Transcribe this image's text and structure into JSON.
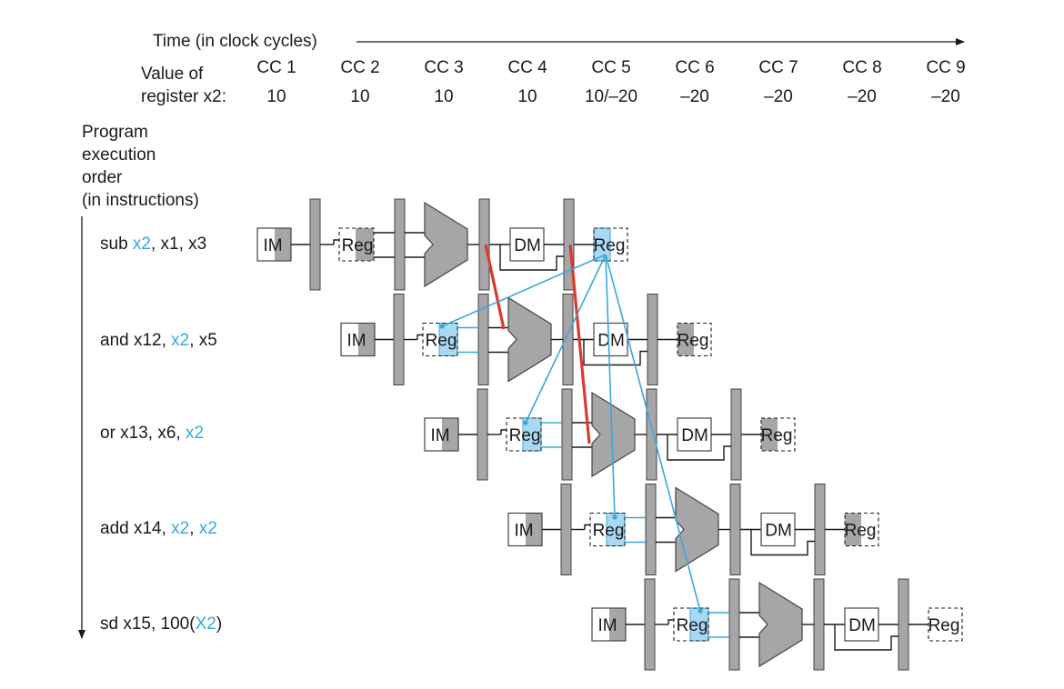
{
  "header": {
    "time_label": "Time (in clock cycles)",
    "value_label_1": "Value of",
    "value_label_2": "register x2:",
    "cycles": [
      {
        "cc": "CC 1",
        "value": "10"
      },
      {
        "cc": "CC 2",
        "value": "10"
      },
      {
        "cc": "CC 3",
        "value": "10"
      },
      {
        "cc": "CC 4",
        "value": "10"
      },
      {
        "cc": "CC 5",
        "value": "10/–20"
      },
      {
        "cc": "CC 6",
        "value": "–20"
      },
      {
        "cc": "CC 7",
        "value": "–20"
      },
      {
        "cc": "CC 8",
        "value": "–20"
      },
      {
        "cc": "CC 9",
        "value": "–20"
      }
    ]
  },
  "order_label": [
    "Program",
    "execution",
    "order",
    "(in instructions)"
  ],
  "instructions": [
    {
      "parts": [
        {
          "t": "sub ",
          "hl": false
        },
        {
          "t": "x2",
          "hl": true
        },
        {
          "t": ", x1, x3",
          "hl": false
        }
      ]
    },
    {
      "parts": [
        {
          "t": "and x12, ",
          "hl": false
        },
        {
          "t": "x2",
          "hl": true
        },
        {
          "t": ", x5",
          "hl": false
        }
      ]
    },
    {
      "parts": [
        {
          "t": "or x13, x6, ",
          "hl": false
        },
        {
          "t": "x2",
          "hl": true
        }
      ]
    },
    {
      "parts": [
        {
          "t": "add x14, ",
          "hl": false
        },
        {
          "t": "x2",
          "hl": true
        },
        {
          "t": ", ",
          "hl": false
        },
        {
          "t": "x2",
          "hl": true
        }
      ]
    },
    {
      "parts": [
        {
          "t": "sd x15, 100(",
          "hl": false
        },
        {
          "t": "X2",
          "hl": true
        },
        {
          "t": ")",
          "hl": false
        }
      ]
    }
  ],
  "stages": {
    "im": "IM",
    "reg": "Reg",
    "dm": "DM"
  },
  "colors": {
    "highlight": "#3aa8dc",
    "highlight_fill": "#a8d8f2",
    "hazard": "#d93a2b",
    "unit": "#a6a6a6"
  }
}
